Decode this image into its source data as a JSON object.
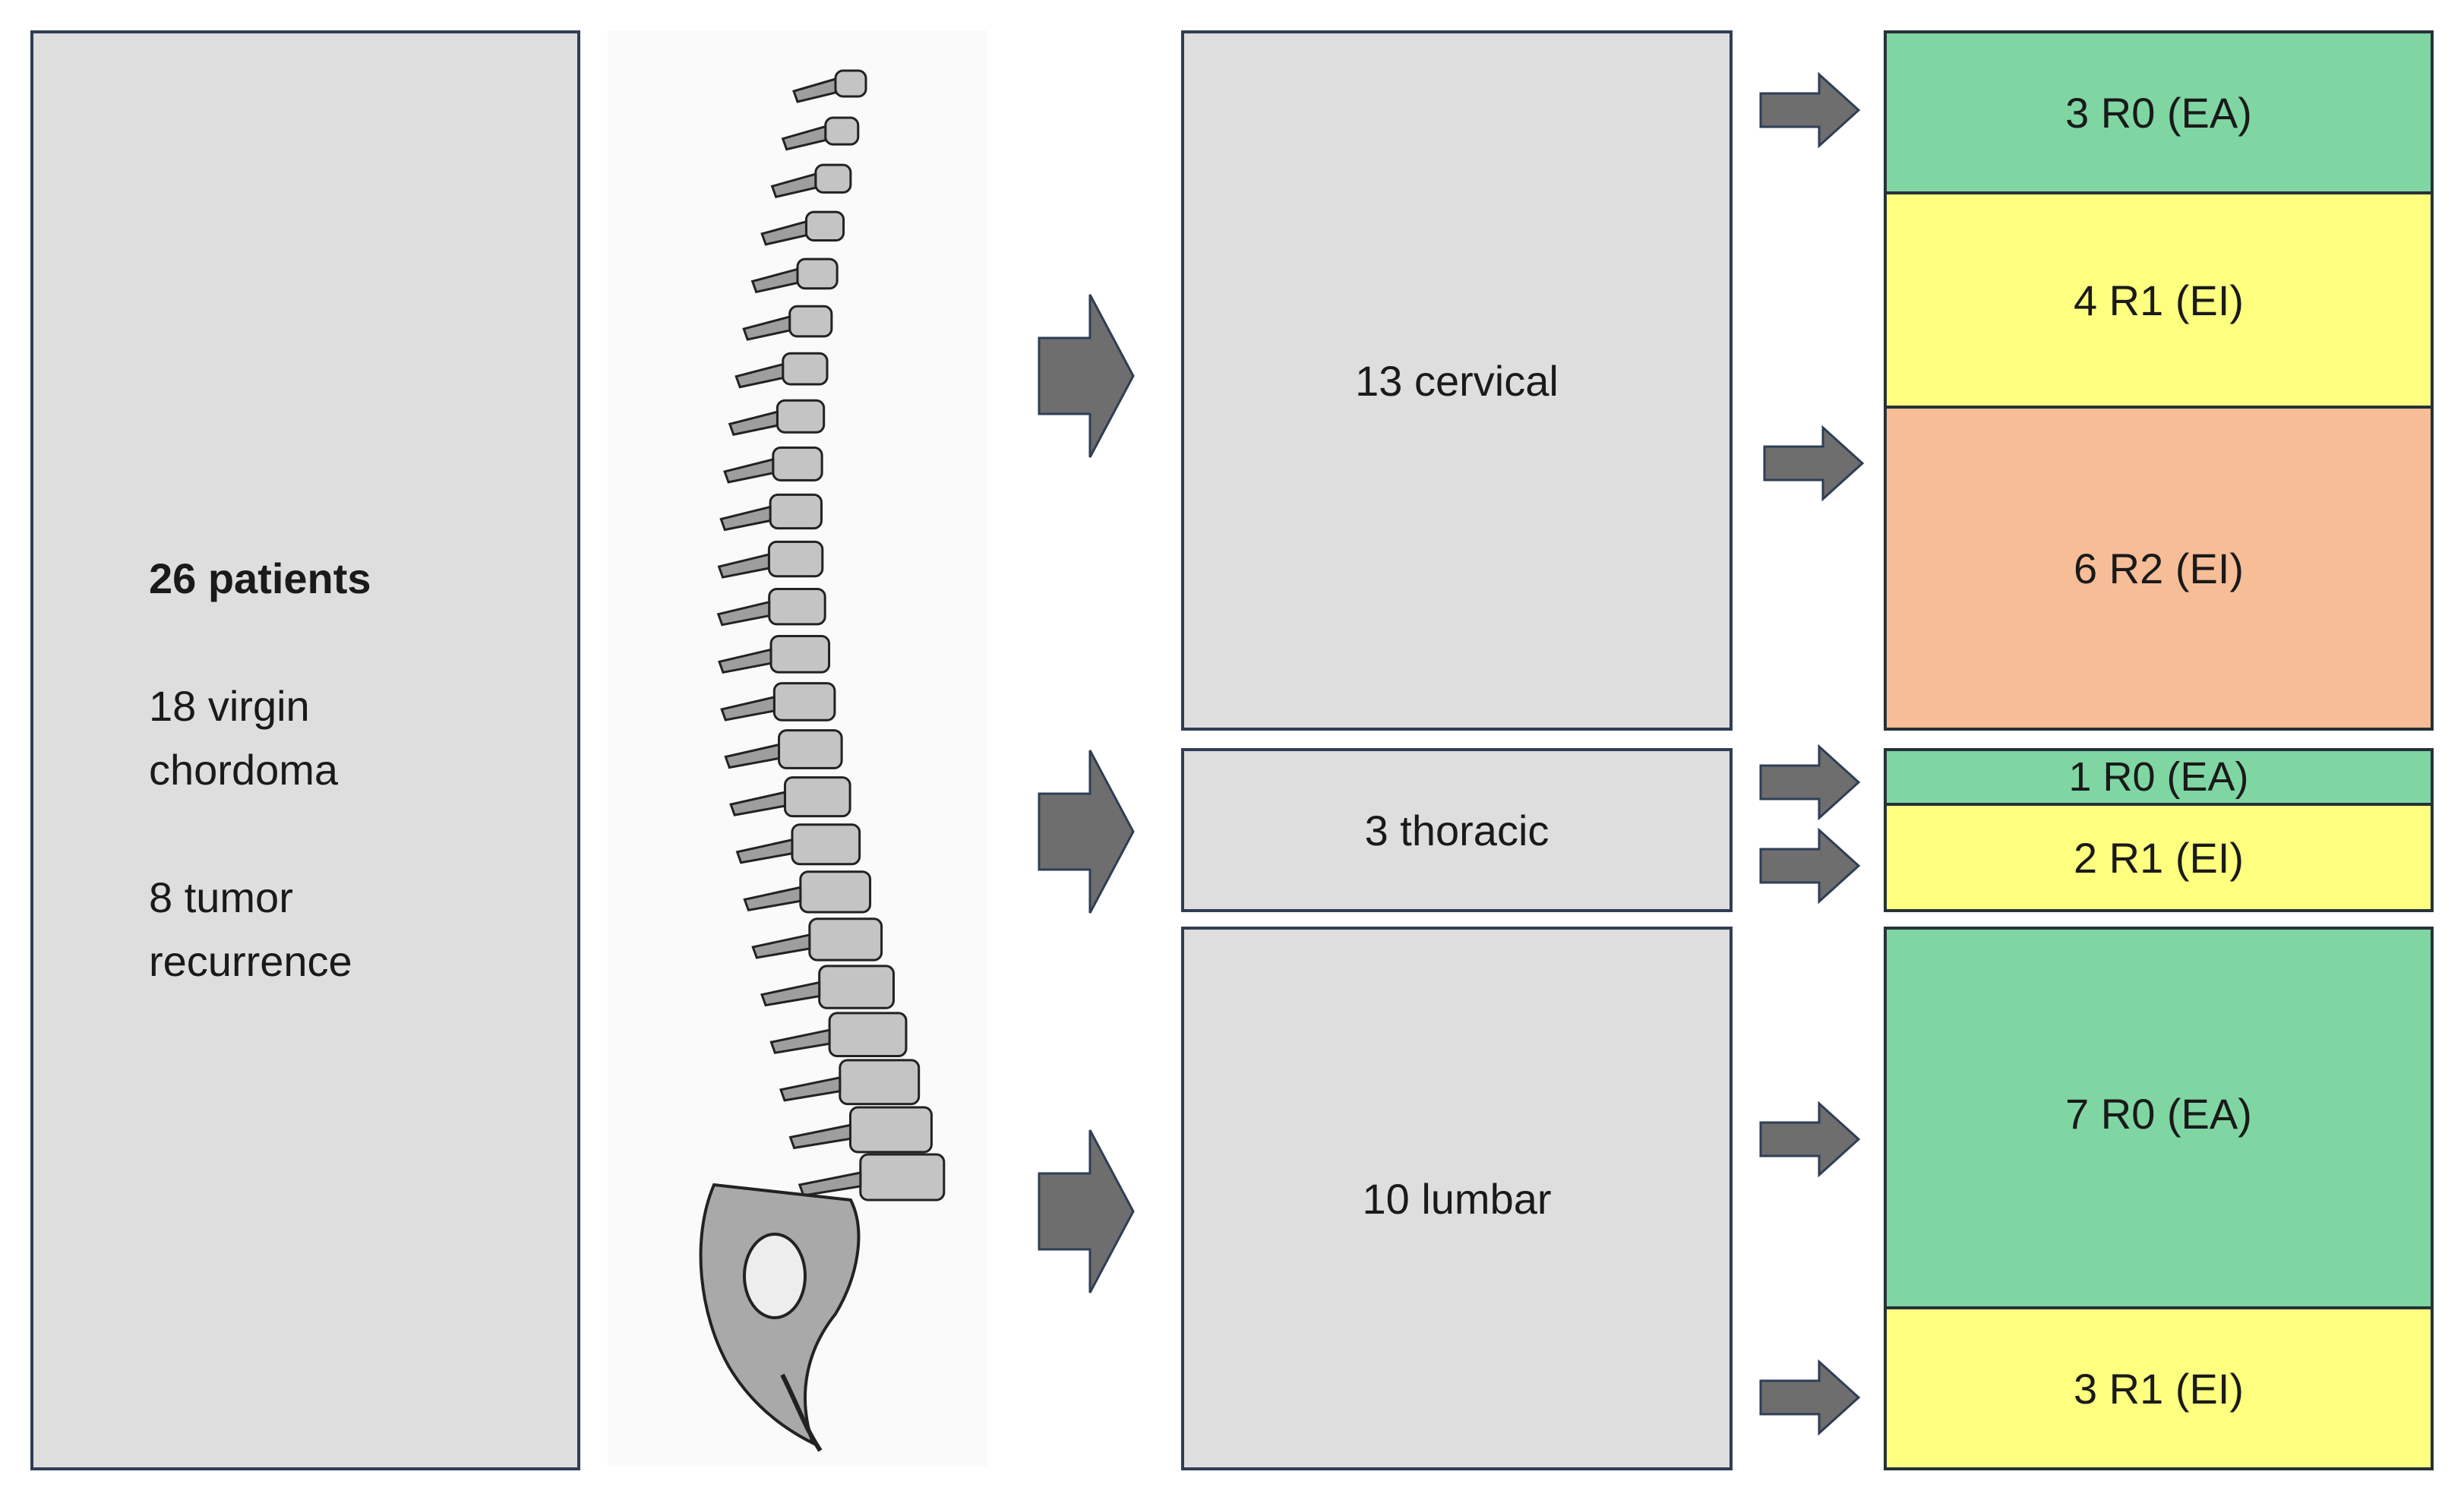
{
  "summary": {
    "total": "26 patients",
    "virgin_line1": "18 virgin",
    "virgin_line2": "chordoma",
    "recurrence_line1": "8 tumor",
    "recurrence_line2": "recurrence"
  },
  "regions": {
    "cervical": "13 cervical",
    "thoracic": "3 thoracic",
    "lumbar": "10 lumbar"
  },
  "results": {
    "cervical_r0": "3 R0 (EA)",
    "cervical_r1": "4 R1 (EI)",
    "cervical_r2": "6 R2 (EI)",
    "thoracic_r0": "1 R0 (EA)",
    "thoracic_r1": "2 R1 (EI)",
    "lumbar_r0": "7 R0 (EA)",
    "lumbar_r1": "3 R1 (EI)"
  },
  "colors": {
    "r0": "#7fd6a3",
    "r1": "#ffff7f",
    "r2": "#f6bd97",
    "box_fill": "#dedede",
    "box_border": "#2f3e55",
    "arrow": "#6e6e6e"
  }
}
